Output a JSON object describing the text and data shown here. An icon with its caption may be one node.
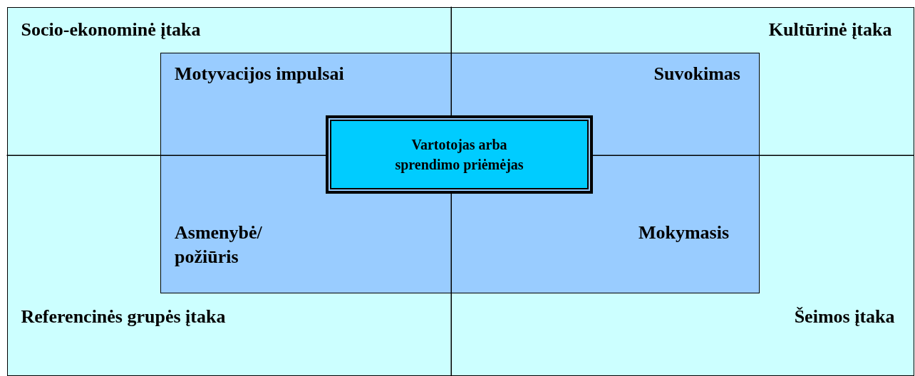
{
  "diagram": {
    "nodes": [
      {
        "text": [
          "Socio-ekonominė įtaka",
          "Kultūrinė įtaka",
          "Referencinės grupės įtaka",
          "Šeimos įtaka"
        ]
      },
      {
        "text": [
          "Motyvacijos impulsai",
          "Suvokimas",
          "Asmenybė/ požiūris",
          "Mokymasis"
        ],
        "in": 0
      },
      {
        "text": [
          "Vartotojas arba sprendimo priėmėjas"
        ],
        "in": 1
      }
    ]
  }
}
